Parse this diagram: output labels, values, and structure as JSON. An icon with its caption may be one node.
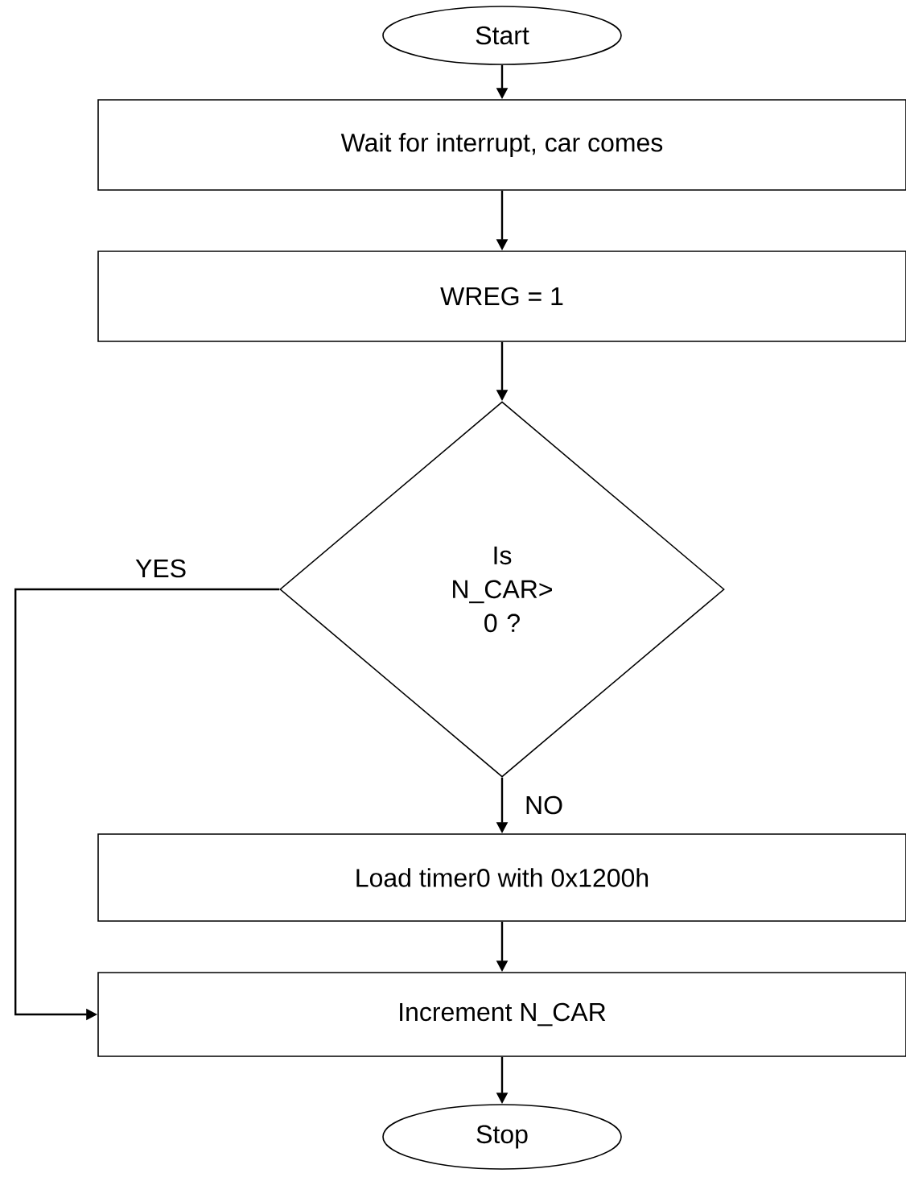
{
  "diagram": {
    "nodes": [
      {
        "text": [
          "Start"
        ]
      },
      {
        "text": [
          "Wait for interrupt, car comes"
        ]
      },
      {
        "text": [
          "WREG = 1"
        ]
      },
      {
        "text": [
          "Is N_CAR> 0 ?"
        ]
      },
      {
        "text": [
          "Load timer0 with 0x1200h"
        ]
      },
      {
        "text": [
          "Increment N_CAR"
        ]
      },
      {
        "text": [
          "Stop"
        ]
      }
    ],
    "edges": [
      {
        "from": 0,
        "to": 1,
        "arrow": "to"
      },
      {
        "from": 1,
        "to": 2,
        "arrow": "to"
      },
      {
        "from": 2,
        "to": 3,
        "arrow": "to"
      },
      {
        "from": 3,
        "to": 4,
        "arrow": "to",
        "label": "NO"
      },
      {
        "from": 4,
        "to": 5,
        "arrow": "to"
      },
      {
        "from": 5,
        "to": 6,
        "arrow": "to"
      },
      {
        "from": 3,
        "to": 5,
        "arrow": "to",
        "label": "YES"
      }
    ]
  }
}
